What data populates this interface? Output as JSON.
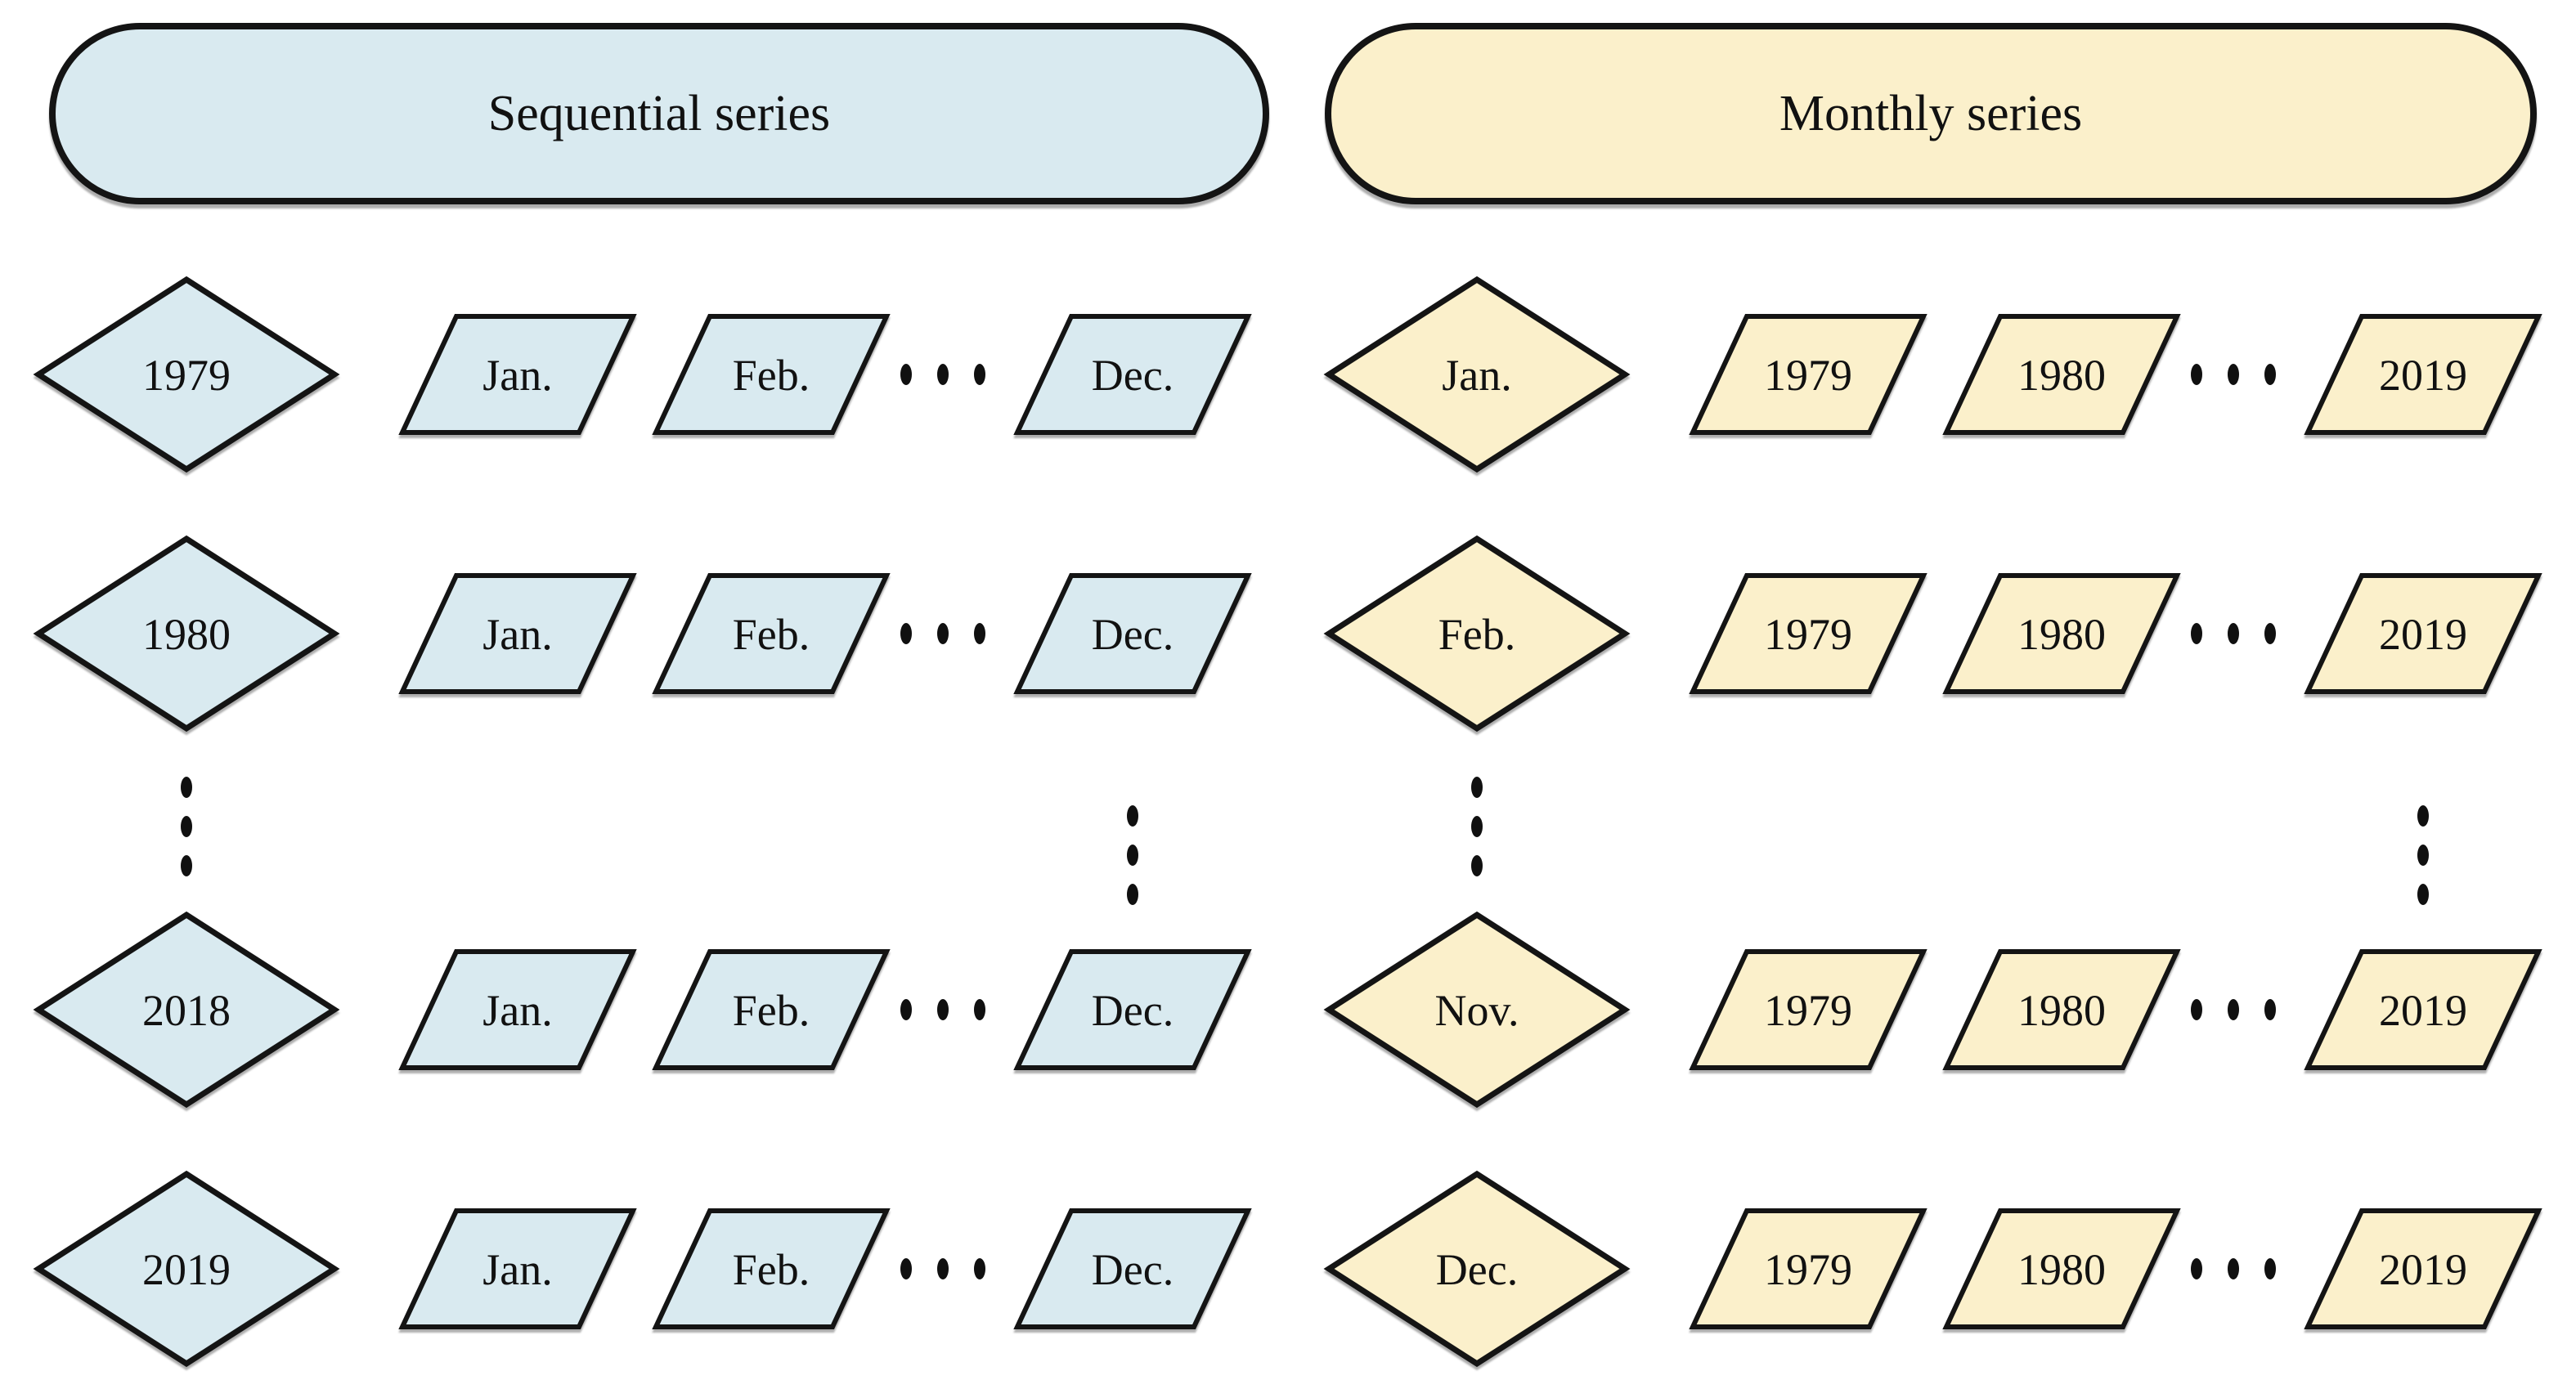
{
  "figure_background": "#ffffff",
  "colors": {
    "sequential_fill": "#d9eaf0",
    "monthly_fill": "#fbf0cb",
    "border": "#141414",
    "text": "#111111"
  },
  "icons": {
    "horizontal_ellipsis": "continuation-dots-horizontal",
    "vertical_ellipsis": "continuation-dots-vertical"
  },
  "sequential": {
    "title": "Sequential series",
    "rows": [
      {
        "key": "1979",
        "items": [
          "Jan.",
          "Feb.",
          "Dec."
        ]
      },
      {
        "key": "1980",
        "items": [
          "Jan.",
          "Feb.",
          "Dec."
        ]
      },
      {
        "key": "2018",
        "items": [
          "Jan.",
          "Feb.",
          "Dec."
        ]
      },
      {
        "key": "2019",
        "items": [
          "Jan.",
          "Feb.",
          "Dec."
        ]
      }
    ]
  },
  "monthly": {
    "title": "Monthly series",
    "rows": [
      {
        "key": "Jan.",
        "items": [
          "1979",
          "1980",
          "2019"
        ]
      },
      {
        "key": "Feb.",
        "items": [
          "1979",
          "1980",
          "2019"
        ]
      },
      {
        "key": "Nov.",
        "items": [
          "1979",
          "1980",
          "2019"
        ]
      },
      {
        "key": "Dec.",
        "items": [
          "1979",
          "1980",
          "2019"
        ]
      }
    ]
  }
}
